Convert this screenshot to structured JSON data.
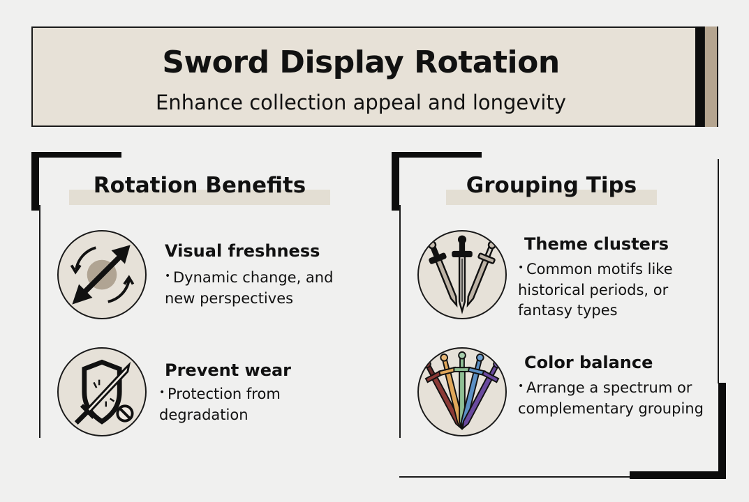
{
  "header": {
    "title": "Sword Display Rotation",
    "subtitle": "Enhance collection appeal and longevity"
  },
  "colors": {
    "banner_bg": "#e7e1d7",
    "accent_tan": "#b5a590",
    "frame_black": "#0d0d0d",
    "page_bg": "#f0f0ef"
  },
  "sections": [
    {
      "title": "Rotation Benefits",
      "items": [
        {
          "icon": "rotate-arrows-icon",
          "title": "Visual freshness",
          "bullet": "•",
          "description": "Dynamic change, and new perspectives"
        },
        {
          "icon": "shield-sword-icon",
          "title": "Prevent wear",
          "bullet": "•",
          "description": "Protection from degradation"
        }
      ]
    },
    {
      "title": "Grouping Tips",
      "items": [
        {
          "icon": "three-swords-icon",
          "title": "Theme clusters",
          "bullet": "•",
          "description": "Common motifs like historical periods, or fantasy types"
        },
        {
          "icon": "rainbow-swords-icon",
          "title": "Color balance",
          "bullet": "•",
          "description": "Arrange a spectrum or complementary grouping",
          "sword_colors": [
            "#8b3a36",
            "#e0a75a",
            "#8fbf94",
            "#5b8fc4",
            "#6a4a9e"
          ]
        }
      ]
    }
  ]
}
